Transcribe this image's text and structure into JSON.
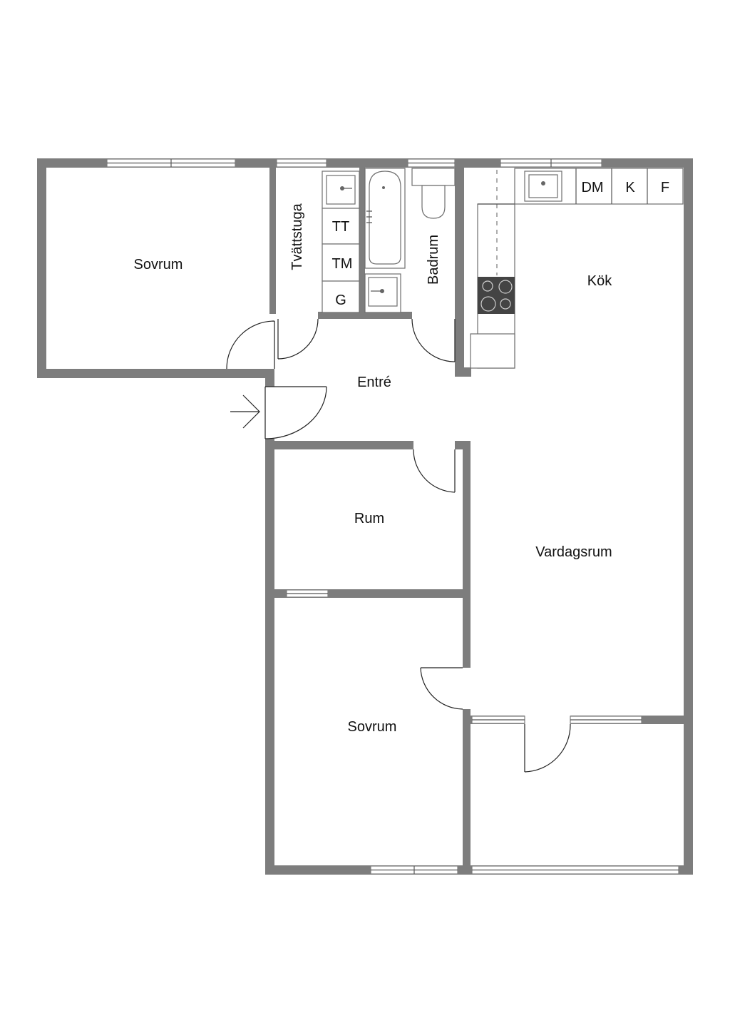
{
  "rooms": {
    "sovrum_top": "Sovrum",
    "tvattstuga": "Tvättstuga",
    "badrum": "Badrum",
    "kok": "Kök",
    "entre": "Entré",
    "rum": "Rum",
    "vardagsrum": "Vardagsrum",
    "sovrum_bottom": "Sovrum"
  },
  "appliances": {
    "tt": "TT",
    "tm": "TM",
    "g": "G",
    "dm": "DM",
    "k": "K",
    "f": "F"
  },
  "colors": {
    "wall": "#7d7d7d",
    "background": "#ffffff",
    "line": "#222222"
  },
  "icons": {
    "entrance": "arrow-right-icon"
  }
}
